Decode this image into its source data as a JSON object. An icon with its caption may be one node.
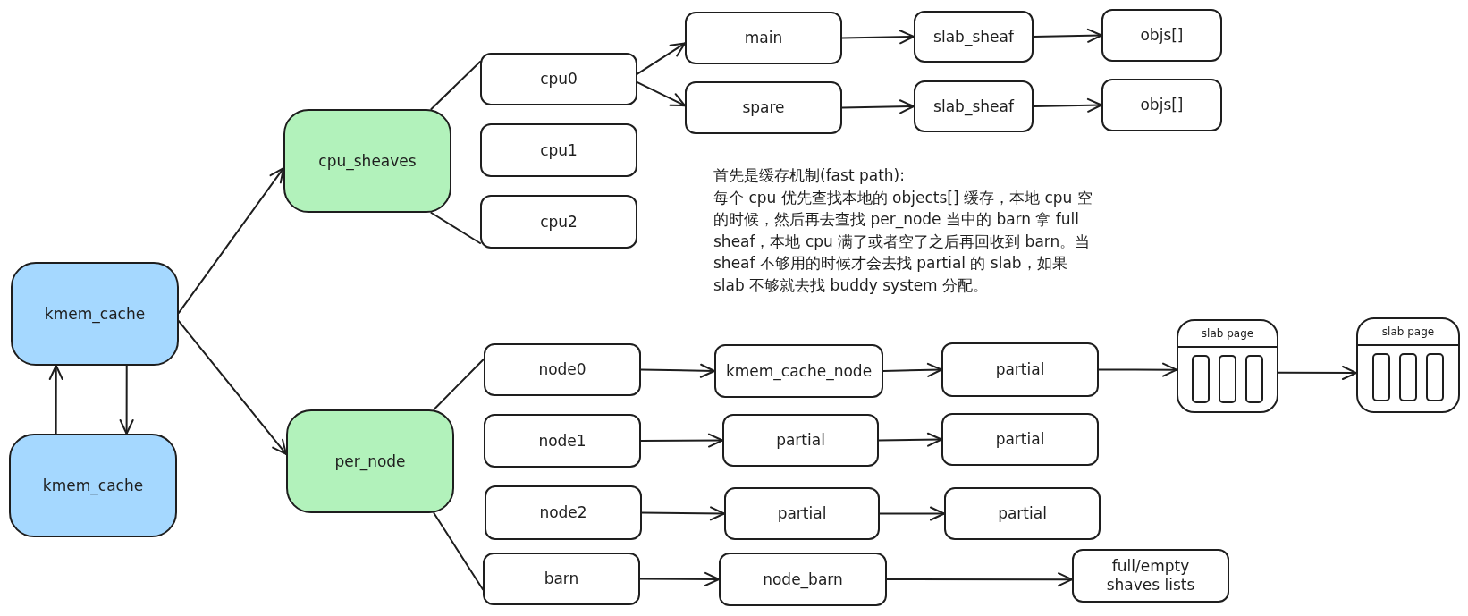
{
  "diagram": {
    "nodes": [
      {
        "text": [
          "kmem_cache"
        ]
      },
      {
        "text": [
          "kmem_cache"
        ]
      },
      {
        "text": [
          "cpu_sheaves"
        ]
      },
      {
        "text": [
          "per_node"
        ]
      },
      {
        "text": [
          "cpu0"
        ]
      },
      {
        "text": [
          "cpu1"
        ]
      },
      {
        "text": [
          "cpu2"
        ]
      },
      {
        "text": [
          "main"
        ]
      },
      {
        "text": [
          "slab_sheaf"
        ]
      },
      {
        "text": [
          "objs[]"
        ]
      },
      {
        "text": [
          "spare"
        ]
      },
      {
        "text": [
          "slab_sheaf"
        ]
      },
      {
        "text": [
          "objs[]"
        ]
      },
      {
        "text": [
          "node0"
        ]
      },
      {
        "text": [
          "kmem_cache_node"
        ]
      },
      {
        "text": [
          "partial"
        ]
      },
      {
        "text": [
          "slab page"
        ]
      },
      {
        "text": [
          "slab page"
        ]
      },
      {
        "text": [
          "node1"
        ]
      },
      {
        "text": [
          "partial"
        ]
      },
      {
        "text": [
          "partial"
        ]
      },
      {
        "text": [
          "node2"
        ]
      },
      {
        "text": [
          "partial"
        ]
      },
      {
        "text": [
          "partial"
        ]
      },
      {
        "text": [
          "barn"
        ]
      },
      {
        "text": [
          "node_barn"
        ]
      },
      {
        "text": [
          "full/empty shaves lists"
        ]
      }
    ],
    "edges": [
      {
        "from": 0,
        "to": 2,
        "arrow": "to"
      },
      {
        "from": 0,
        "to": 3,
        "arrow": "to"
      },
      {
        "from": 1,
        "to": 0,
        "arrow": "to"
      },
      {
        "from": 0,
        "to": 1,
        "arrow": "to"
      },
      {
        "from": 2,
        "to": 4,
        "arrow": "none"
      },
      {
        "from": 2,
        "to": 6,
        "arrow": "none"
      },
      {
        "from": 4,
        "to": 7,
        "arrow": "to"
      },
      {
        "from": 4,
        "to": 10,
        "arrow": "to"
      },
      {
        "from": 7,
        "to": 8,
        "arrow": "to"
      },
      {
        "from": 8,
        "to": 9,
        "arrow": "to"
      },
      {
        "from": 10,
        "to": 11,
        "arrow": "to"
      },
      {
        "from": 11,
        "to": 12,
        "arrow": "to"
      },
      {
        "from": 3,
        "to": 13,
        "arrow": "none"
      },
      {
        "from": 3,
        "to": 24,
        "arrow": "none"
      },
      {
        "from": 13,
        "to": 14,
        "arrow": "to"
      },
      {
        "from": 14,
        "to": 15,
        "arrow": "to"
      },
      {
        "from": 15,
        "to": 16,
        "arrow": "to"
      },
      {
        "from": 16,
        "to": 17,
        "arrow": "to"
      },
      {
        "from": 18,
        "to": 19,
        "arrow": "to"
      },
      {
        "from": 19,
        "to": 20,
        "arrow": "to"
      },
      {
        "from": 21,
        "to": 22,
        "arrow": "to"
      },
      {
        "from": 22,
        "to": 23,
        "arrow": "to"
      },
      {
        "from": 24,
        "to": 25,
        "arrow": "to"
      },
      {
        "from": 25,
        "to": 26,
        "arrow": "to"
      }
    ],
    "labels": [
      "首先是缓存机制(fast path):",
      "每个 cpu 优先查找本地的 objects[] 缓存，本地 cpu 空的时候，然后再去查找 per_node 当中的 barn 拿 full sheaf，本地 cpu 满了或者空了之后再回收到 barn。当 sheaf 不够用的时候才会去找 partial 的 slab，如果 slab 不够就去找 buddy system 分配。"
    ]
  }
}
